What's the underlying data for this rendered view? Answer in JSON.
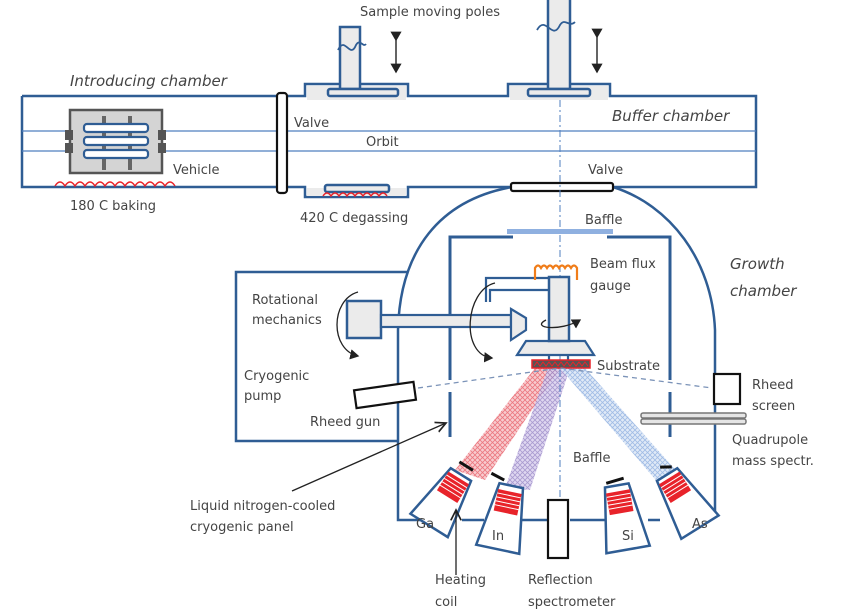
{
  "title": "Molecular beam epitaxy system schematic",
  "colors": {
    "chamber_stroke": "#2f5d94",
    "orbit_line": "#4f7fbf",
    "heater": "#e8232a",
    "gauge": "#f07d1a",
    "beam_red": "#e8606a",
    "beam_purple": "#9a88c8",
    "beam_blue": "#8fb0e0",
    "label_text": "#444444"
  },
  "labels": {
    "sample_moving_poles": "Sample moving poles",
    "introducing_chamber": "Introducing chamber",
    "buffer_chamber": "Buffer chamber",
    "growth_chamber_line1": "Growth",
    "growth_chamber_line2": "chamber",
    "valve_left": "Valve",
    "valve_bottom": "Valve",
    "orbit": "Orbit",
    "vehicle": "Vehicle",
    "baking": "180 C baking",
    "degassing": "420 C degassing",
    "baffle_top": "Baffle",
    "baffle_bottom": "Baffle",
    "beam_flux_gauge_line1": "Beam flux",
    "beam_flux_gauge_line2": "gauge",
    "rotational_mechanics_line1": "Rotational",
    "rotational_mechanics_line2": "mechanics",
    "cryogenic_pump_line1": "Cryogenic",
    "cryogenic_pump_line2": "pump",
    "rheed_gun": "Rheed gun",
    "substrate": "Substrate",
    "rheed_screen_line1": "Rheed",
    "rheed_screen_line2": "screen",
    "qms_line1": "Quadrupole",
    "qms_line2": "mass spectr.",
    "ln2_panel_line1": "Liquid nitrogen-cooled",
    "ln2_panel_line2": "cryogenic panel",
    "heating_coil_line1": "Heating",
    "heating_coil_line2": "coil",
    "reflection_line1": "Reflection",
    "reflection_line2": "spectrometer"
  },
  "effusion_cells": [
    {
      "element": "Ga"
    },
    {
      "element": "In"
    },
    {
      "element": "Si"
    },
    {
      "element": "As"
    }
  ]
}
